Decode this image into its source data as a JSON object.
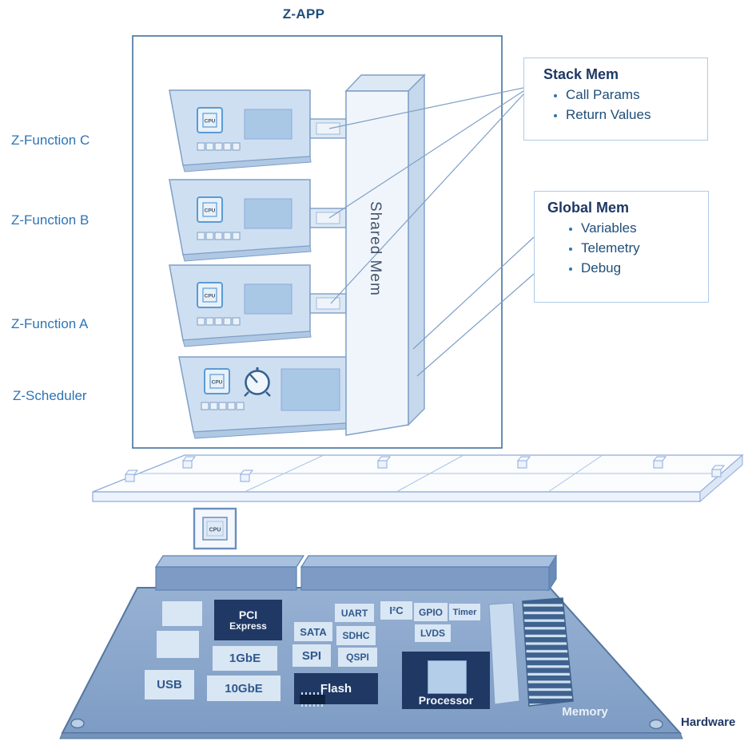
{
  "title": "Z-APP",
  "zapp": {
    "functions": [
      {
        "label": "Z-Function C"
      },
      {
        "label": "Z-Function B"
      },
      {
        "label": "Z-Function A"
      }
    ],
    "scheduler_label": "Z-Scheduler",
    "shared_mem_label": "Shared Mem"
  },
  "callouts": {
    "stack": {
      "title": "Stack Mem",
      "items": [
        "Call Params",
        "Return Values"
      ]
    },
    "global": {
      "title": "Global Mem",
      "items": [
        "Variables",
        "Telemetry",
        "Debug"
      ]
    }
  },
  "cpu_label": "CPU",
  "hardware": {
    "label": "Hardware",
    "memory_label": "Memory",
    "ports": {
      "usb": "USB",
      "pci_line1": "PCI",
      "pci_line2": "Express",
      "gbe": "1GbE",
      "tengbe": "10GbE",
      "sata": "SATA",
      "spi": "SPI",
      "uart": "UART",
      "sdhc": "SDHC",
      "qspi": "QSPI",
      "flash": "Flash",
      "i2c": "I²C",
      "gpio": "GPIO",
      "timer": "Timer",
      "lvds": "LVDS",
      "processor": "Processor"
    }
  },
  "colors": {
    "accent_blue": "#2E74B5",
    "navy": "#1F3864",
    "panel_fill": "#D9E6F4",
    "board_fill": "#8CA8CD",
    "outline": "#7F9FC6"
  }
}
